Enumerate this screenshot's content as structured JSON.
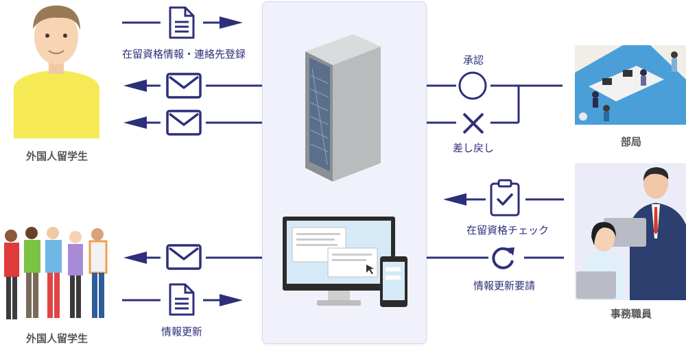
{
  "actors": {
    "student_top": "外国人留学生",
    "department": "部局",
    "students_bottom": "外国人留学生",
    "staff": "事務職員"
  },
  "flows": {
    "register": "在留資格情報・連絡先登録",
    "approve": "承認",
    "reject": "差し戻し",
    "check": "在留資格チェック",
    "request_update": "情報更新要請",
    "update": "情報更新"
  },
  "colors": {
    "line": "#2d2f7a",
    "panel": "#f1f1fb",
    "student_shirt": "#f5ea55"
  },
  "icons": [
    "document-icon",
    "mail-icon",
    "circle-icon",
    "cross-icon",
    "clipboard-check-icon",
    "refresh-icon",
    "server-icon",
    "computer-icon",
    "smartphone-icon"
  ]
}
